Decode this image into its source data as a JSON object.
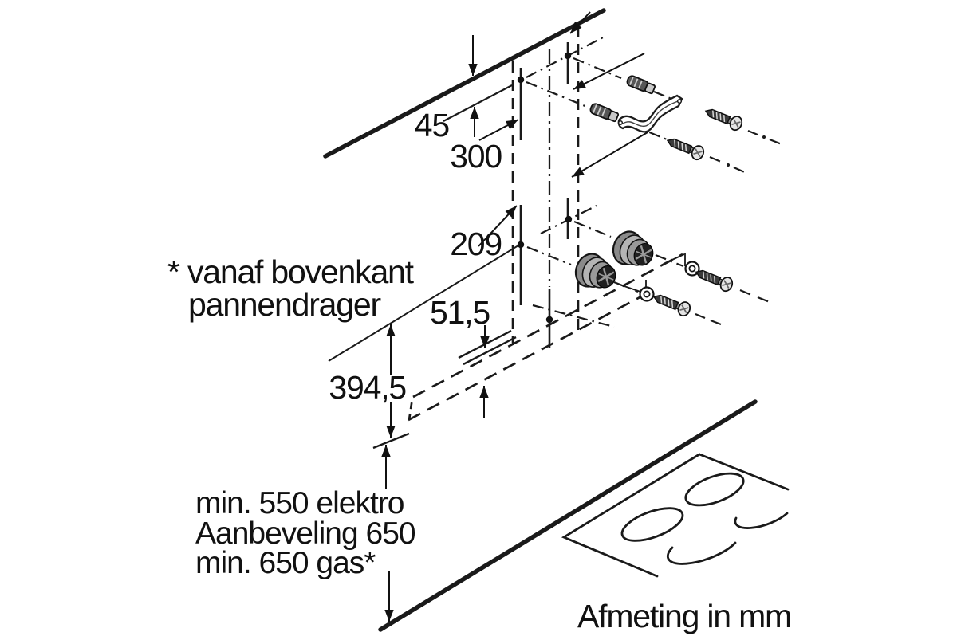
{
  "dimensions": {
    "d45": "45",
    "d300": "300",
    "d209": "209",
    "d51_5": "51,5",
    "d394_5": "394,5"
  },
  "notes": {
    "asterisk_line1": "* vanaf bovenkant",
    "asterisk_line2": "pannendrager",
    "min_electric": "min. 550 elektro",
    "recommendation": "Aanbeveling 650",
    "min_gas": "min. 650 gas*"
  },
  "footer": {
    "units": "Afmeting in mm"
  },
  "colors": {
    "line": "#1a1a1a",
    "background": "#ffffff",
    "knob_gray": "#8a8a8a",
    "knob_face": "#202020",
    "plug_gray": "#565656",
    "screw_dark": "#3a3a3a",
    "collar_light": "#c9c9c9"
  },
  "icons": {
    "hardware": [
      "wall-anchor-icon",
      "mounting-bracket-icon",
      "screw-icon",
      "washer-icon",
      "spacer-knob-icon"
    ],
    "scene": [
      "ceiling-line",
      "hob-level-line",
      "chimney-outline",
      "cooktop-outline",
      "burner-ring"
    ]
  }
}
